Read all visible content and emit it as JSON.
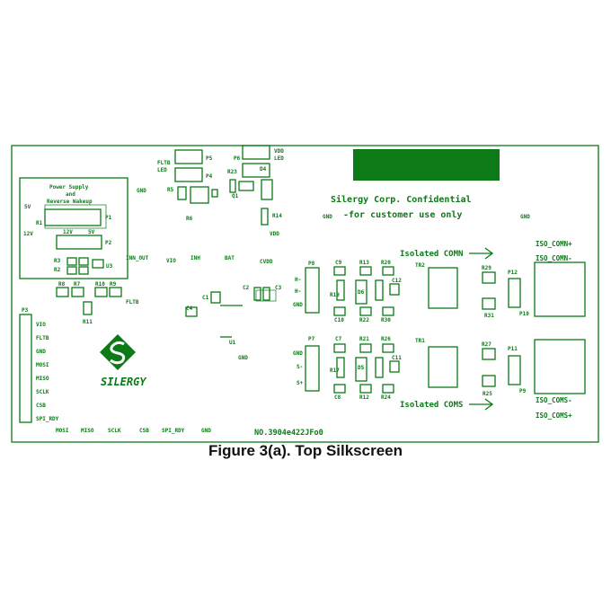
{
  "caption": "Figure 3(a). Top Silkscreen",
  "colors": {
    "silk": "#0b7a17",
    "block": "#0b7a17",
    "caption": "#111111"
  },
  "company": "Silergy Corp. Confidential",
  "company_sub": "-for customer use only",
  "part_no": "NO.3904e422JFo0",
  "logo_text": "SILERGY",
  "power_box": {
    "title1": "Power Supply",
    "title2": "and",
    "title3": "Reverse Wakeup"
  },
  "isolated_comn": "Isolated COMN",
  "isolated_coms": "Isolated COMS",
  "labels": {
    "v5_left": "5V",
    "v12_left": "12V",
    "r1": "R1",
    "p1": "P1",
    "v12_mid": "12V",
    "v5_mid": "5V",
    "p2": "P2",
    "r3": "R3",
    "r2": "R2",
    "u3": "U3",
    "fltb_top": "FLTB",
    "led_top": "LED",
    "p5": "P5",
    "p4": "P4",
    "p6": "P6",
    "r23": "R23",
    "d4": "D4",
    "vdd_top": "VDD",
    "led_right": "LED",
    "r5": "R5",
    "q1": "Q1",
    "r6": "R6",
    "r14": "R14",
    "vdd_mid": "VDD",
    "gnd_top_left": "GND",
    "gnd_company": "GND",
    "gnd_right": "GND",
    "inn_out": "INN_OUT",
    "vio_top": "VIO",
    "inh": "INH",
    "bat": "BAT",
    "cvdd": "CVDD",
    "r8": "R8",
    "r7": "R7",
    "r10": "R10",
    "r9": "R9",
    "fltb_mid": "FLTB",
    "r11": "R11",
    "c1": "C1",
    "c4": "C4",
    "c2": "C2",
    "c3": "C3",
    "u1": "U1",
    "gnd_center": "GND",
    "p3": "P3",
    "p3_vio": "VIO",
    "p3_fltb": "FLTB",
    "p3_gnd": "GND",
    "p3_mosi": "MOSI",
    "p3_miso": "MISO",
    "p3_sclk": "SCLK",
    "p3_csb": "CSB",
    "p3_spi_rdy": "SPI_RDY",
    "b_mosi": "MOSI",
    "b_miso": "MISO",
    "b_sclk": "SCLK",
    "b_csb": "CSB",
    "b_spi_rdy": "SPI_RDY",
    "b_gnd": "GND",
    "p8": "P8",
    "p8_h1": "H-",
    "p8_h2": "H-",
    "p8_gnd": "GND",
    "c9": "C9",
    "r13": "R13",
    "r20": "R20",
    "tr2": "TR2",
    "r19": "R19",
    "d6": "D6",
    "c12": "C12",
    "c10": "C10",
    "r22": "R22",
    "r30": "R30",
    "r29": "R29",
    "p12": "P12",
    "r31": "R31",
    "p10": "P10",
    "iso_comn_p": "ISO_COMN+",
    "iso_comn_m": "ISO_COMN-",
    "p7": "P7",
    "p7_gnd": "GND",
    "p7_s1": "S-",
    "p7_s2": "S+",
    "c7": "C7",
    "r21": "R21",
    "r26": "R26",
    "tr1": "TR1",
    "r17": "R17",
    "d5": "D5",
    "c11": "C11",
    "c8": "C8",
    "r12": "R12",
    "r24": "R24",
    "r27": "R27",
    "p11": "P11",
    "r25": "R25",
    "p9": "P9",
    "iso_coms_m": "ISO_COMS-",
    "iso_coms_p": "ISO_COMS+"
  }
}
